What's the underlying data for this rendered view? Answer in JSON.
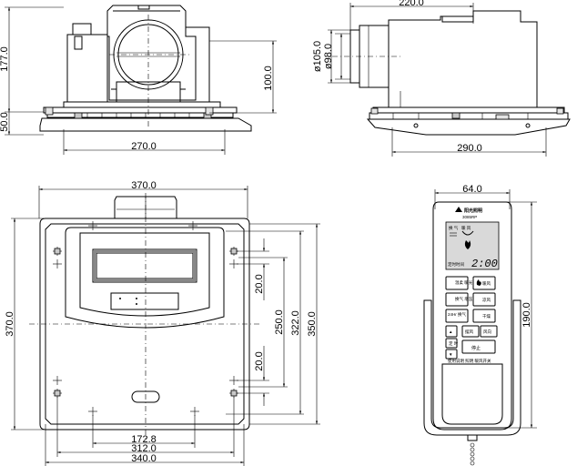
{
  "dimensions": {
    "front_total_height": "177.0",
    "front_duct_height": "100.0",
    "front_base_height": "50.0",
    "front_width": "270.0",
    "side_depth": "220.0",
    "side_outer_dia": "ø105.0",
    "side_inner_dia": "ø98.0",
    "side_width": "290.0",
    "top_body_width": "370.0",
    "top_body_height": "370.0",
    "top_inner_20_a": "20.0",
    "top_inner_20_b": "20.0",
    "top_inner_250": "250.0",
    "top_inner_322": "322.0",
    "top_outer_350": "350.0",
    "top_inner_172": "172.8",
    "top_inner_312": "312.0",
    "top_outer_340": "340.0",
    "remote_width": "64.0",
    "remote_height": "190.0"
  },
  "remote": {
    "brand": "阳光照明",
    "model": "3085RP",
    "lcd_time": "2:00",
    "lcd_top_left": "换 气",
    "lcd_top_right": "暖 风",
    "lcd_bottom_label": "定时时间",
    "btn_light_warm": "温柔\n暖光",
    "btn_warm_air": "暖风",
    "btn_vent": "换气\n增压",
    "btn_cool": "凉风",
    "btn_timer": "24Hr\n换气",
    "btn_dry": "干燥",
    "btn_swing": "摆风",
    "btn_direction": "风向",
    "btn_up": "▲",
    "btn_down": "▼",
    "btn_time_set": "定\n时",
    "btn_stop": "停止",
    "footer": "使用说明 照明  暖风开关"
  }
}
